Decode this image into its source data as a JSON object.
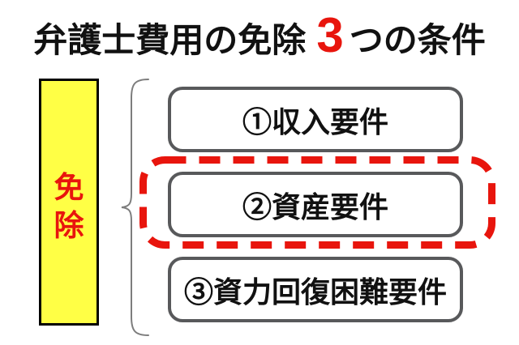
{
  "title": {
    "prefix": "弁護士費用の免除",
    "highlight_number": "3",
    "suffix": "つの条件"
  },
  "left_box": {
    "label": "免除"
  },
  "conditions": [
    {
      "label": "①収入要件",
      "highlighted": false
    },
    {
      "label": "②資産要件",
      "highlighted": true
    },
    {
      "label": "③資力回復困難要件",
      "highlighted": false
    }
  ],
  "colors": {
    "background": "#ffffff",
    "title_text": "#111111",
    "highlight_red": "#e8150d",
    "left_box_fill": "#ffff45",
    "left_box_border": "#000000",
    "left_box_text": "#e8150d",
    "condition_border": "#58595b",
    "condition_text": "#111111",
    "brace": "#7d7d7d",
    "dashed_outline": "#e8150d"
  }
}
